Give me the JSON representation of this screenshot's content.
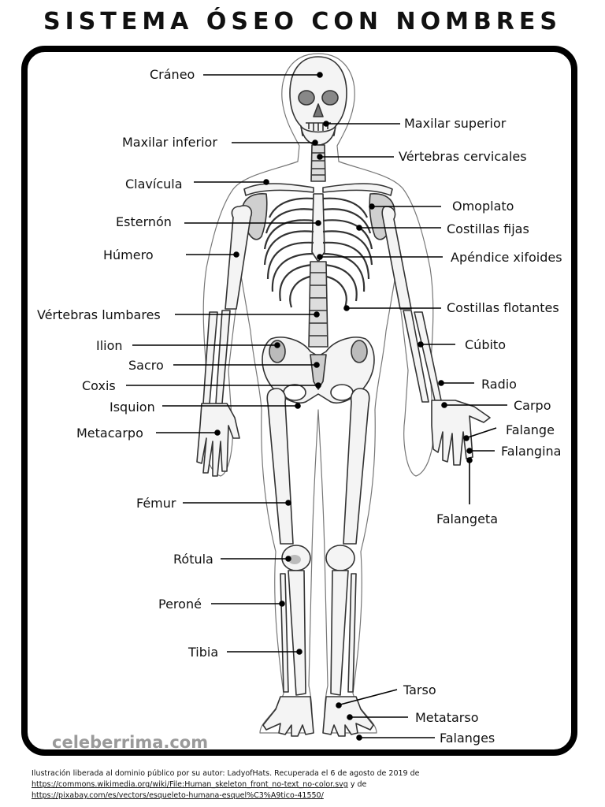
{
  "title": "SISTEMA ÓSEO CON NOMBRES",
  "labels": {
    "craneo": "Cráneo",
    "maxilar_superior": "Maxilar superior",
    "maxilar_inferior": "Maxilar inferior",
    "vertebras_cervicales": "Vértebras cervicales",
    "clavicula": "Clavícula",
    "omoplato": "Omoplato",
    "esternon": "Esternón",
    "costillas_fijas": "Costillas fijas",
    "humero": "Húmero",
    "apendice_xifoides": "Apéndice xifoides",
    "vertebras_lumbares": "Vértebras lumbares",
    "costillas_flotantes": "Costillas flotantes",
    "ilion": "Ilion",
    "cubito": "Cúbito",
    "sacro": "Sacro",
    "coxis": "Coxis",
    "radio": "Radio",
    "isquion": "Isquion",
    "carpo": "Carpo",
    "metacarpo": "Metacarpo",
    "falange": "Falange",
    "falangina": "Falangina",
    "femur": "Fémur",
    "falangeta": "Falangeta",
    "rotula": "Rótula",
    "perone": "Peroné",
    "tibia": "Tibia",
    "tarso": "Tarso",
    "metatarso": "Metatarso",
    "falanges": "Falanges"
  },
  "watermark": "celeberrima.com",
  "credit": {
    "line1": "Ilustración liberada al dominio público por su autor: LadyofHats. Recuperada el 6 de agosto de 2019 de",
    "link1": "https://commons.wikimedia.org/wiki/File:Human_skeleton_front_no-text_no-color.svg",
    "link_join": "y de",
    "link2": "https://pixabay.com/es/vectors/esqueleto-humana-esquel%C3%A9tico-41550/"
  }
}
